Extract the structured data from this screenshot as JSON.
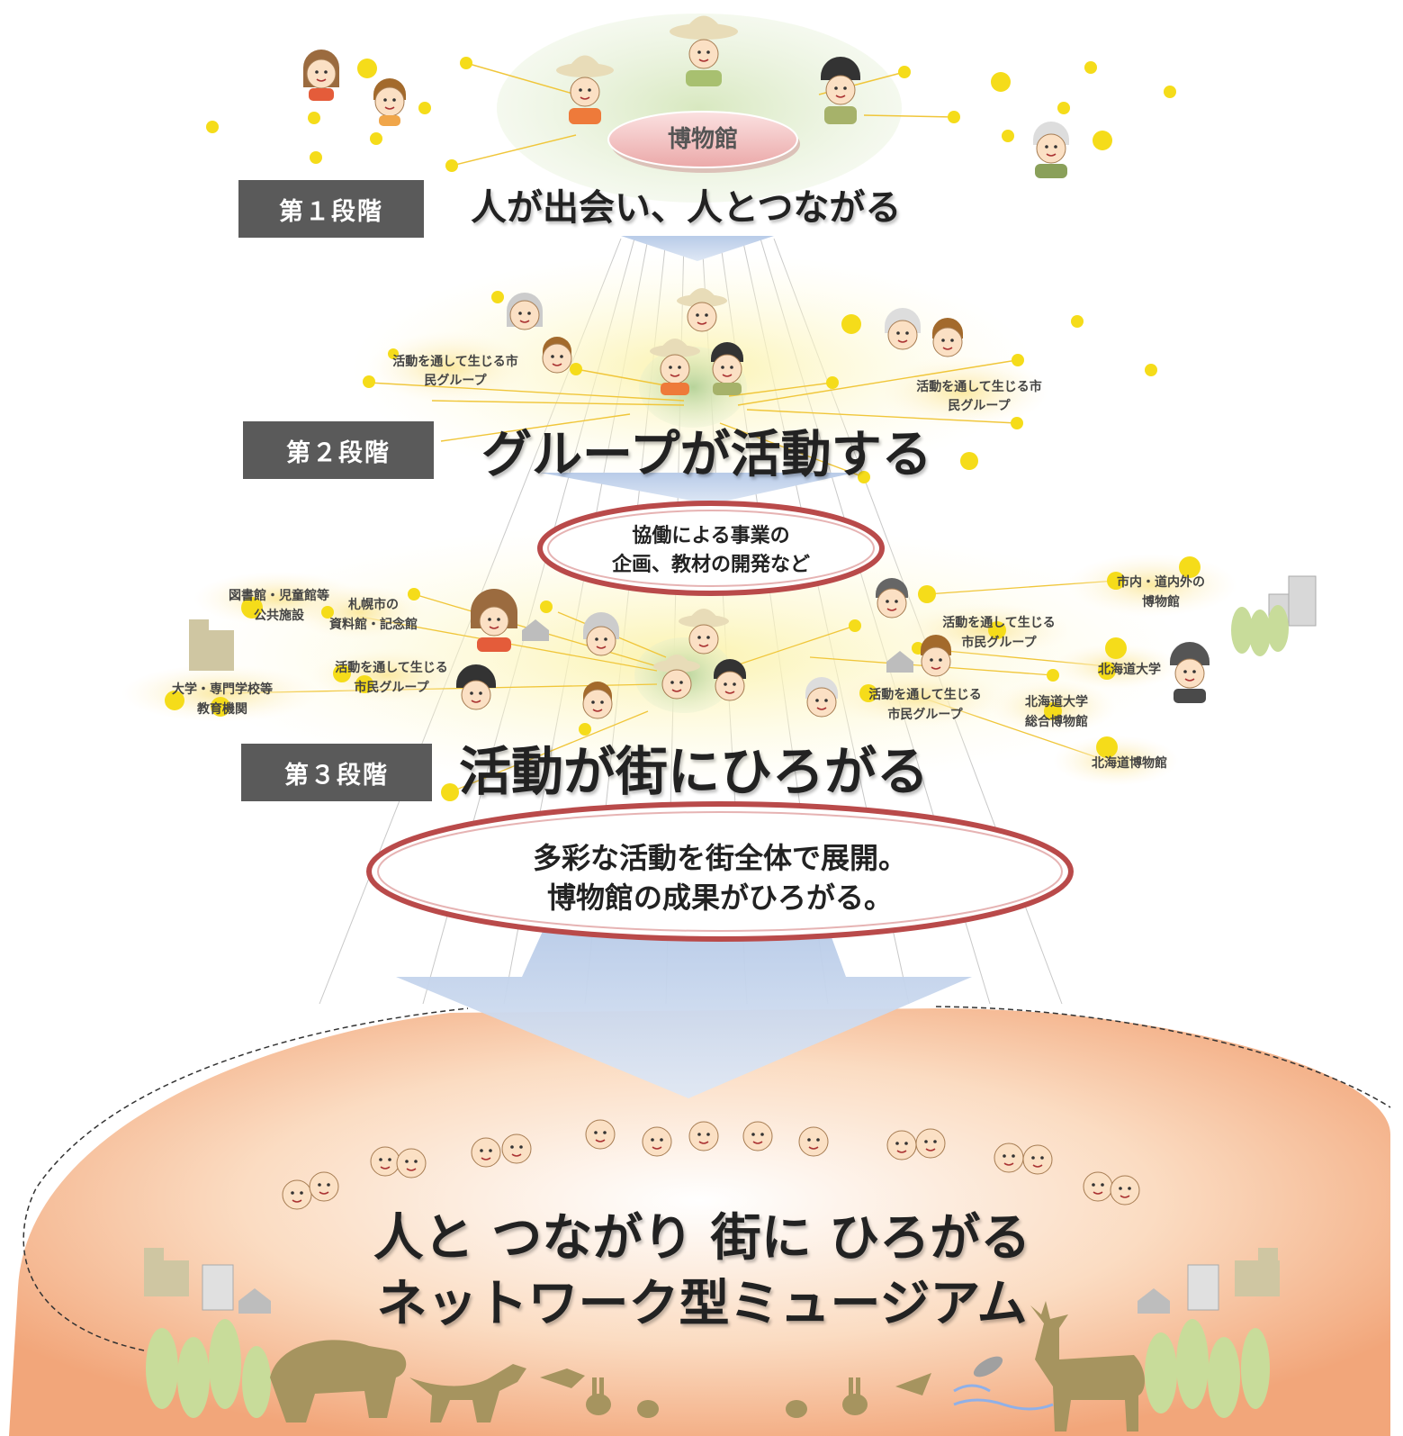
{
  "stages": [
    {
      "label": "第１段階",
      "headline": "人が出会い、人とつながる"
    },
    {
      "label": "第２段階",
      "headline": "グループが活動する"
    },
    {
      "label": "第３段階",
      "headline": "活動が街にひろがる"
    }
  ],
  "museum_label": "博物館",
  "callouts": {
    "collaboration": [
      "協働による事業の",
      "企画、教材の開発など"
    ],
    "expansion": [
      "多彩な活動を街全体で展開。",
      "博物館の成果がひろがる。"
    ]
  },
  "stage2_groups": [
    "活動を通して生じる市民グループ",
    "活動を通して生じる市民グループ"
  ],
  "stage3_nodes": {
    "public_facilities": [
      "図書館・児童館等",
      "公共施設"
    ],
    "sapporo_archives": [
      "札幌市の",
      "資料館・記念館"
    ],
    "universities": [
      "大学・専門学校等",
      "教育機関"
    ],
    "citizen_group_left": [
      "活動を通して生じる",
      "市民グループ"
    ],
    "museums_in_out": [
      "市内・道内外の",
      "博物館"
    ],
    "citizen_group_right1": [
      "活動を通して生じる",
      "市民グループ"
    ],
    "citizen_group_right2": [
      "活動を通して生じる",
      "市民グループ"
    ],
    "hokudai": "北海道大学",
    "hokudai_museum": [
      "北海道大学",
      "総合博物館"
    ],
    "hokkaido_museum": "北海道博物館"
  },
  "final_title": [
    "人と つながり 街に ひろがる",
    "ネットワーク型ミュージアム"
  ],
  "colors": {
    "stage_label_bg": "#5a5a5a",
    "dot": "#f5dc1a",
    "callout_ring": "#b94a4a",
    "museum_pill": "#f3c6c6",
    "arrow": "#c9d8ee",
    "nature": "#a6945f",
    "tree": "#c8dc9a",
    "final_glow": "#f5b88a"
  }
}
